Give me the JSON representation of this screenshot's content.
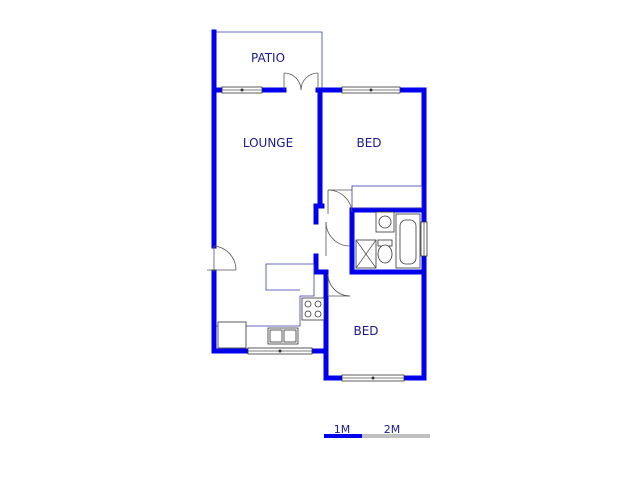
{
  "rooms": {
    "patio": "PATIO",
    "lounge": "LOUNGE",
    "bed_upper": "BED",
    "bed_lower": "BED"
  },
  "scale": {
    "label_1": "1M",
    "label_2": "2M",
    "colors": {
      "first_segment": "#0000ee",
      "second_segment": "#c0c0c0"
    }
  },
  "colors": {
    "wall": "#0000ee",
    "label": "#1a1a8c"
  }
}
